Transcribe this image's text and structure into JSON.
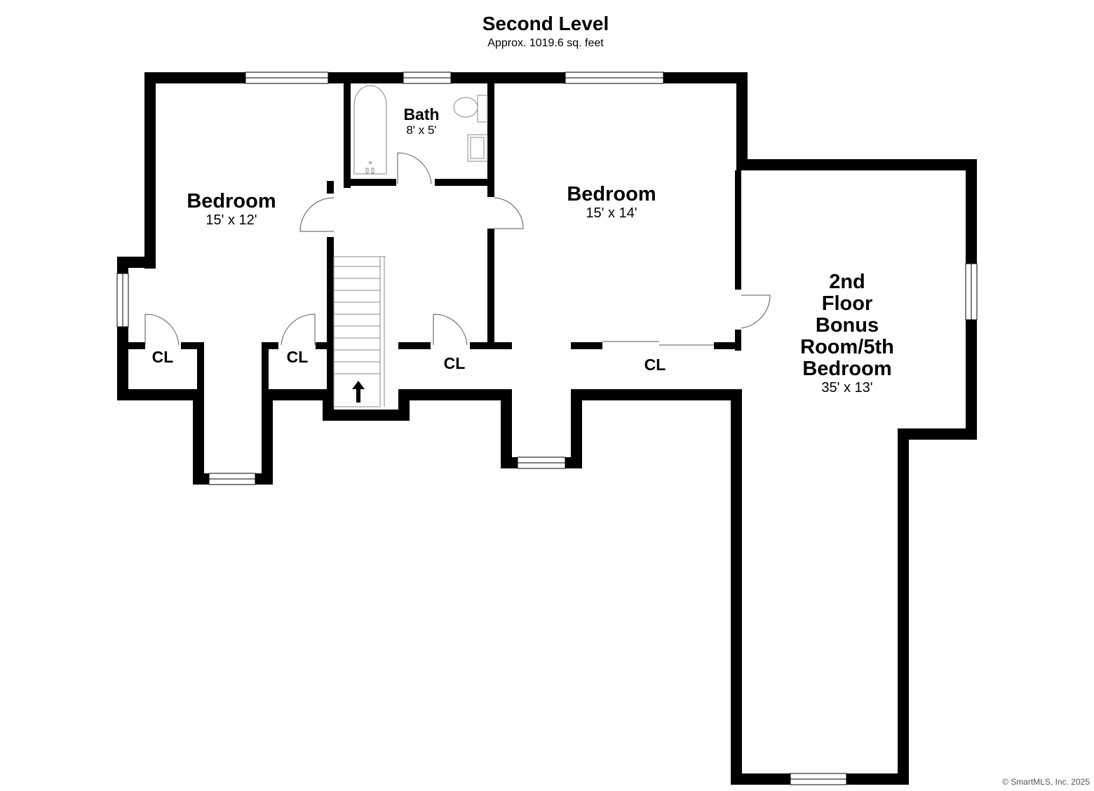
{
  "header": {
    "title": "Second Level",
    "subtitle": "Approx. 1019.6 sq. feet"
  },
  "rooms": {
    "bedroom_left": {
      "name": "Bedroom",
      "dims": "15' x 12'"
    },
    "bath": {
      "name": "Bath",
      "dims": "8' x 5'"
    },
    "bedroom_right": {
      "name": "Bedroom",
      "dims": "15' x 14'"
    },
    "bonus": {
      "name_lines": [
        "2nd",
        "Floor",
        "Bonus",
        "Room/5th",
        "Bedroom"
      ],
      "dims": "35' x 13'"
    }
  },
  "closets": [
    "CL",
    "CL",
    "CL",
    "CL"
  ],
  "credit": "© SmartMLS, Inc. 2025",
  "colors": {
    "wall": "#000000",
    "background": "#ffffff",
    "fixture": "#888888"
  }
}
